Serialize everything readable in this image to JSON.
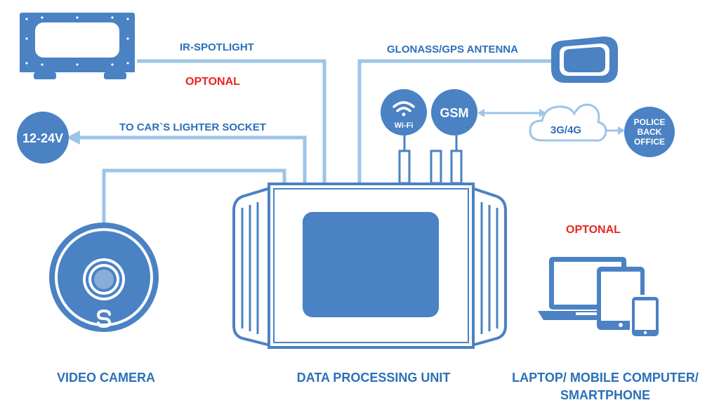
{
  "colors": {
    "primary": "#4a82c3",
    "line": "#9ec5e8",
    "label": "#2b70b8",
    "optional": "#e5271f",
    "white": "#ffffff"
  },
  "labels": {
    "ir_spotlight": "IR-SPOTLIGHT",
    "glonass_antenna": "GLONASS/GPS ANTENNA",
    "optional_top": "OPTONAL",
    "lighter_socket": "TO CAR`S LIGHTER SOCKET",
    "voltage": "12-24V",
    "wifi": "Wi-Fi",
    "gsm": "GSM",
    "network": "3G/4G",
    "police_line1": "POLICE",
    "police_line2": "BACK",
    "police_line3": "OFFICE",
    "optional_right": "OPTONAL",
    "video_camera": "VIDEO CAMERA",
    "data_unit": "DATA PROCESSING UNIT",
    "laptop_line1": "LAPTOP/ MOBILE COMPUTER/",
    "laptop_line2": "SMARTPHONE"
  },
  "icons": {
    "spotlight": "ir-spotlight-icon",
    "antenna": "antenna-icon",
    "wifi": "wifi-icon",
    "cloud": "cloud-icon",
    "camera": "camera-icon",
    "unit": "processing-unit-icon",
    "devices": "devices-icon"
  }
}
